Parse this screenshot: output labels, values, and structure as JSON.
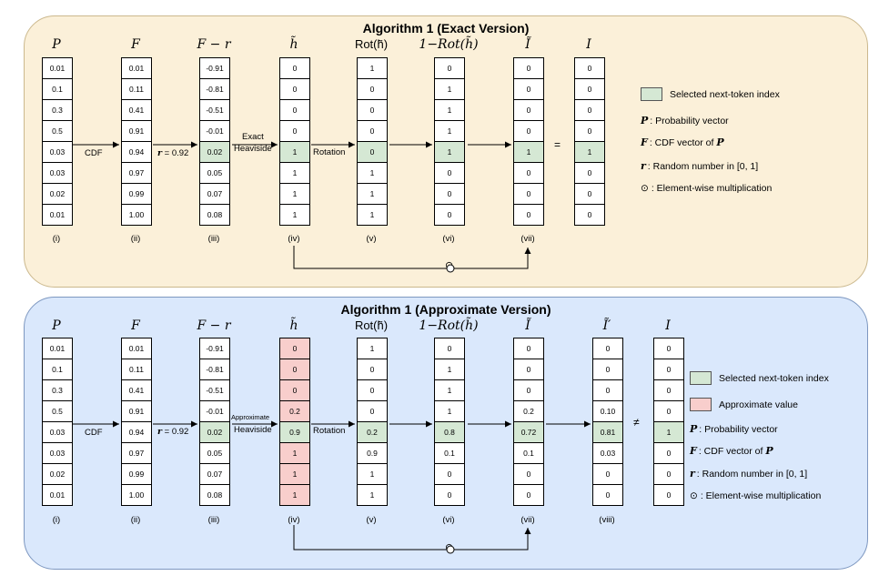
{
  "exact": {
    "title": "Algorithm 1 (Exact Version)",
    "headers": [
      "P",
      "F",
      "F − r",
      "h̃",
      "Rot(h̃)",
      "1−Rot(h̃)",
      "Ĩ",
      "I"
    ],
    "columns": [
      [
        "0.01",
        "0.1",
        "0.3",
        "0.5",
        "0.03",
        "0.03",
        "0.02",
        "0.01"
      ],
      [
        "0.01",
        "0.11",
        "0.41",
        "0.91",
        "0.94",
        "0.97",
        "0.99",
        "1.00"
      ],
      [
        "-0.91",
        "-0.81",
        "-0.51",
        "-0.01",
        "0.02",
        "0.05",
        "0.07",
        "0.08"
      ],
      [
        "0",
        "0",
        "0",
        "0",
        "1",
        "1",
        "1",
        "1"
      ],
      [
        "1",
        "0",
        "0",
        "0",
        "0",
        "1",
        "1",
        "1"
      ],
      [
        "0",
        "1",
        "1",
        "1",
        "1",
        "0",
        "0",
        "0"
      ],
      [
        "0",
        "0",
        "0",
        "0",
        "1",
        "0",
        "0",
        "0"
      ],
      [
        "0",
        "0",
        "0",
        "0",
        "1",
        "0",
        "0",
        "0"
      ]
    ],
    "romans": [
      "(i)",
      "(ii)",
      "(iii)",
      "(iv)",
      "(v)",
      "(vi)",
      "(vii)"
    ],
    "labels": {
      "cdf": "CDF",
      "r_eq": "= 0.92",
      "r_sym": "r",
      "heaviside_top": "Exact",
      "heaviside": "Heaviside",
      "rotation": "Rotation",
      "equals": "=",
      "odot": "⊙"
    },
    "legend": {
      "selected": "Selected next-token index",
      "p_sym": "P",
      "p": ": Probability vector",
      "f_sym": "F",
      "f": ": CDF vector of ",
      "f_of": "P",
      "r_sym": "r",
      "r": ": Random number in [0, 1]",
      "odot_sym": "⊙",
      "odot": ": Element-wise multiplication"
    }
  },
  "approx": {
    "title": "Algorithm 1 (Approximate Version)",
    "headers": [
      "P",
      "F",
      "F − r",
      "h̃",
      "Rot(h̃)",
      "1−Rot(h̃)",
      "Ĩ",
      "Ĩ′",
      "I"
    ],
    "columns": [
      [
        "0.01",
        "0.1",
        "0.3",
        "0.5",
        "0.03",
        "0.03",
        "0.02",
        "0.01"
      ],
      [
        "0.01",
        "0.11",
        "0.41",
        "0.91",
        "0.94",
        "0.97",
        "0.99",
        "1.00"
      ],
      [
        "-0.91",
        "-0.81",
        "-0.51",
        "-0.01",
        "0.02",
        "0.05",
        "0.07",
        "0.08"
      ],
      [
        "0",
        "0",
        "0",
        "0.2",
        "0.9",
        "1",
        "1",
        "1"
      ],
      [
        "1",
        "0",
        "0",
        "0",
        "0.2",
        "0.9",
        "1",
        "1"
      ],
      [
        "0",
        "1",
        "1",
        "1",
        "0.8",
        "0.1",
        "0",
        "0"
      ],
      [
        "0",
        "0",
        "0",
        "0.2",
        "0.72",
        "0.1",
        "0",
        "0"
      ],
      [
        "0",
        "0",
        "0",
        "0.10",
        "0.81",
        "0.03",
        "0",
        "0"
      ],
      [
        "0",
        "0",
        "0",
        "0",
        "1",
        "0",
        "0",
        "0"
      ]
    ],
    "romans": [
      "(i)",
      "(ii)",
      "(iii)",
      "(iv)",
      "(v)",
      "(vi)",
      "(vii)",
      "(viii)"
    ],
    "labels": {
      "cdf": "CDF",
      "r_eq": "= 0.92",
      "r_sym": "r",
      "heaviside_top": "Approximate",
      "heaviside": "Heaviside",
      "rotation": "Rotation",
      "neq": "≠",
      "odot": "⊙"
    },
    "legend": {
      "selected": "Selected next-token index",
      "approx": "Approximate value",
      "p_sym": "P",
      "p": ": Probability vector",
      "f_sym": "F",
      "f": ": CDF vector of ",
      "f_of": "P",
      "r_sym": "r",
      "r": ": Random number in [0, 1]",
      "odot_sym": "⊙",
      "odot": ": Element-wise multiplication"
    }
  },
  "colors": {
    "selected": "#d5e8d4",
    "approximate": "#f8cecc",
    "exact_bg": "#fbf0d9",
    "approx_bg": "#dae8fc"
  }
}
